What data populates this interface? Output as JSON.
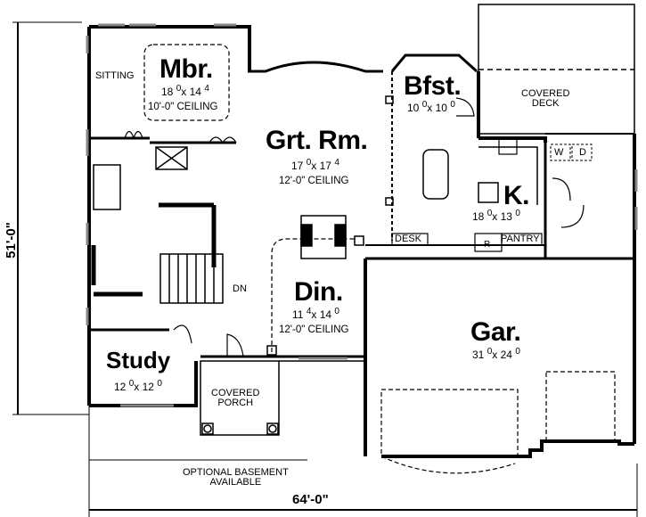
{
  "rooms": {
    "master_bedroom": {
      "name": "Mbr.",
      "dim_a": "18",
      "dim_a_sup": "0",
      "dim_b": "14",
      "dim_b_sup": "4",
      "ceiling": "10'-0\" CEILING"
    },
    "sitting": {
      "name": "SITTING"
    },
    "great_room": {
      "name": "Grt. Rm.",
      "dim_a": "17",
      "dim_a_sup": "0",
      "dim_b": "17",
      "dim_b_sup": "4",
      "ceiling": "12'-0\" CEILING"
    },
    "breakfast": {
      "name": "Bfst.",
      "dim_a": "10",
      "dim_a_sup": "0",
      "dim_b": "10",
      "dim_b_sup": "0"
    },
    "covered_deck": {
      "line1": "COVERED",
      "line2": "DECK"
    },
    "kitchen": {
      "name": "K.",
      "dim_a": "18",
      "dim_a_sup": "0",
      "dim_b": "13",
      "dim_b_sup": "0"
    },
    "laundry": {
      "washer": "W",
      "dryer": "D"
    },
    "desk": {
      "name": "DESK"
    },
    "refrigerator": {
      "name": "R"
    },
    "pantry": {
      "name": "PANTRY"
    },
    "dining": {
      "name": "Din.",
      "dim_a": "11",
      "dim_a_sup": "4",
      "dim_b": "14",
      "dim_b_sup": "0",
      "ceiling": "12'-0\" CEILING"
    },
    "stairs": {
      "label": "DN"
    },
    "garage": {
      "name": "Gar.",
      "dim_a": "31",
      "dim_a_sup": "0",
      "dim_b": "24",
      "dim_b_sup": "0"
    },
    "study": {
      "name": "Study",
      "dim_a": "12",
      "dim_a_sup": "0",
      "dim_b": "12",
      "dim_b_sup": "0"
    },
    "covered_porch": {
      "line1": "COVERED",
      "line2": "PORCH"
    }
  },
  "notes": {
    "basement_line1": "OPTIONAL BASEMENT",
    "basement_line2": "AVAILABLE"
  },
  "dimensions": {
    "overall_width": "64'-0\"",
    "overall_depth": "51'-0\""
  },
  "colors": {
    "line": "#000000",
    "background": "#ffffff",
    "window": "#888888"
  }
}
